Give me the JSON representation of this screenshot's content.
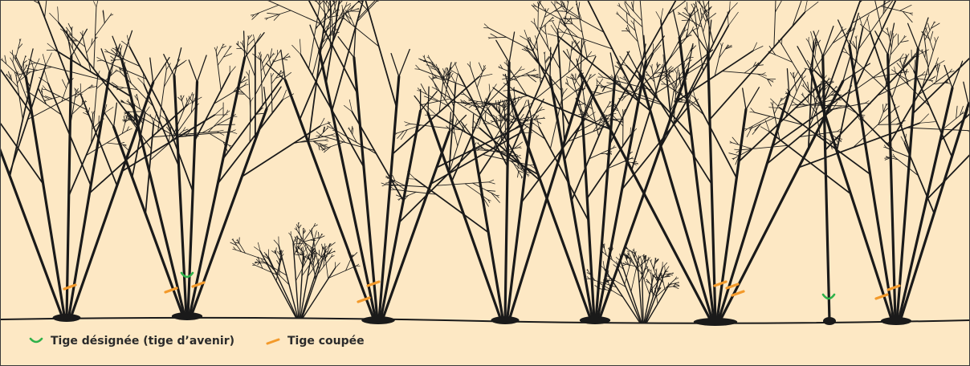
{
  "colors": {
    "background": "#fde8c4",
    "ink": "#1a1a1a",
    "designated_stem": "#2fb14a",
    "cut_stem": "#f39a2b"
  },
  "legend": {
    "designated": {
      "icon": "green-arc-icon",
      "label": "Tige désignée (tige d’avenir)"
    },
    "cut": {
      "icon": "orange-dash-icon",
      "label": "Tige coupée"
    }
  },
  "shrubs": [
    {
      "id": 1,
      "kind": "tall",
      "cut_marks": 1,
      "designated_marks": 0
    },
    {
      "id": 2,
      "kind": "tall",
      "cut_marks": 2,
      "designated_marks": 1
    },
    {
      "id": 3,
      "kind": "small",
      "cut_marks": 0,
      "designated_marks": 0
    },
    {
      "id": 4,
      "kind": "tall",
      "cut_marks": 2,
      "designated_marks": 0
    },
    {
      "id": 5,
      "kind": "tall",
      "cut_marks": 0,
      "designated_marks": 0
    },
    {
      "id": 6,
      "kind": "tall",
      "cut_marks": 0,
      "designated_marks": 0
    },
    {
      "id": 7,
      "kind": "small",
      "cut_marks": 0,
      "designated_marks": 0
    },
    {
      "id": 8,
      "kind": "tall",
      "cut_marks": 3,
      "designated_marks": 0
    },
    {
      "id": 9,
      "kind": "single-stem",
      "cut_marks": 0,
      "designated_marks": 1
    },
    {
      "id": 10,
      "kind": "tall",
      "cut_marks": 2,
      "designated_marks": 0
    }
  ]
}
